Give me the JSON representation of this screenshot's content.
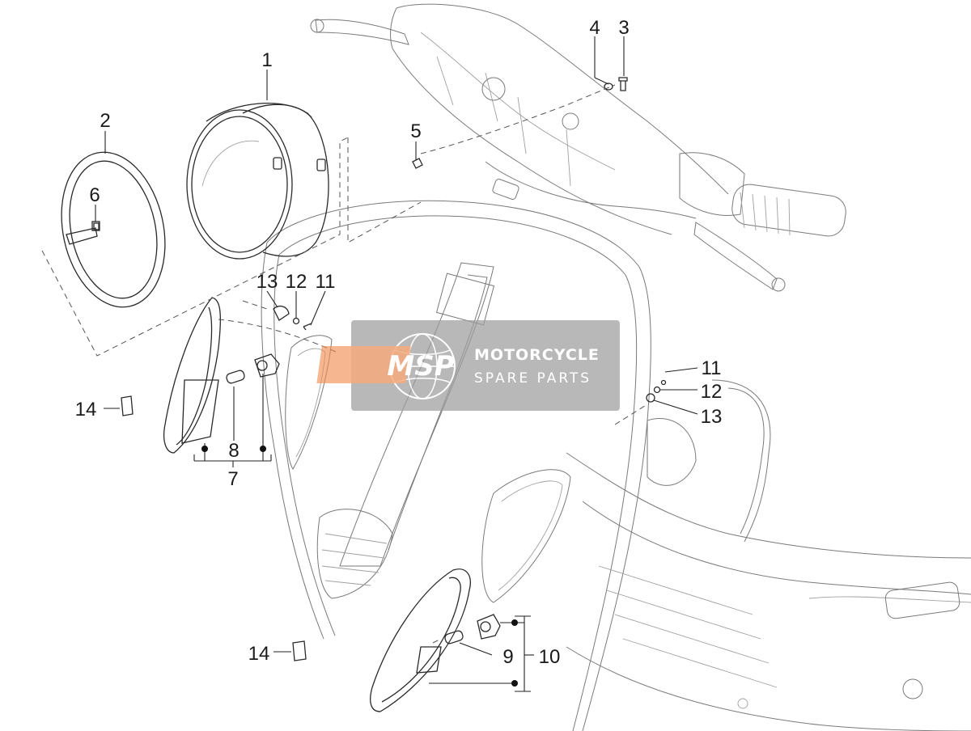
{
  "watermark": {
    "logo": "MSP",
    "title": "MOTORCYCLE",
    "subtitle": "SPARE PARTS"
  },
  "callouts": {
    "c1": "1",
    "c2": "2",
    "c3": "3",
    "c4": "4",
    "c5": "5",
    "c6": "6",
    "c7": "7",
    "c8": "8",
    "c9": "9",
    "c10": "10",
    "c11a": "11",
    "c12a": "12",
    "c13a": "13",
    "c11b": "11",
    "c12b": "12",
    "c13b": "13",
    "c14a": "14",
    "c14b": "14"
  },
  "colors": {
    "line": "#2a2a2a",
    "ghost_line": "#7a7a7a",
    "watermark_bg": "#9e9e9e",
    "logo_orange": "#f08a4b"
  }
}
